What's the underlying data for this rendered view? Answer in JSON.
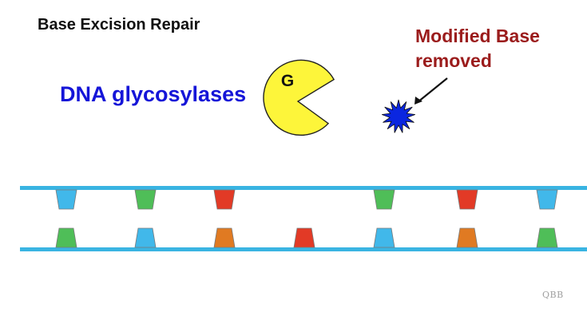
{
  "title": "Base Excision Repair",
  "enzyme_label": "DNA glycosylases",
  "enzyme_symbol": "G",
  "annotation": {
    "line1": "Modified Base",
    "line2": "removed"
  },
  "watermark": "QBB",
  "colors": {
    "backbone": "#39b4e2",
    "enzyme_fill": "#fdf53a",
    "removed_base": "#0a26e0",
    "arrow": "#111111",
    "base_blue": "#41b8ea",
    "base_green": "#4fbe58",
    "base_red": "#e23a26",
    "base_orange": "#e07a22"
  },
  "strands": {
    "top": [
      "blue",
      "green",
      "red",
      "",
      "green",
      "red",
      "blue"
    ],
    "bottom": [
      "green",
      "blue",
      "orange",
      "red",
      "blue",
      "orange",
      "green"
    ]
  }
}
